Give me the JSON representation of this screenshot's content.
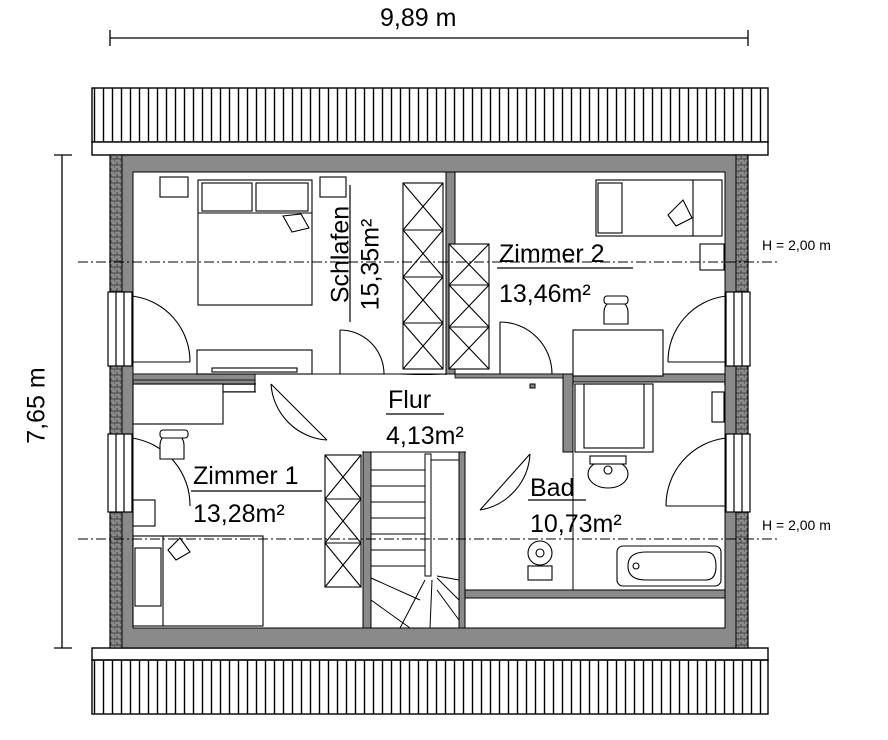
{
  "dimensions": {
    "width": "9,89 m",
    "height": "7,65 m"
  },
  "height_markers": [
    {
      "text": "H = 2,00 m"
    },
    {
      "text": "H = 2,00 m"
    }
  ],
  "rooms": {
    "schlafen": {
      "name": "Schlafen",
      "area": "15,35m²"
    },
    "zimmer2": {
      "name": "Zimmer 2",
      "area": "13,46m²"
    },
    "flur": {
      "name": "Flur",
      "area": "4,13m²"
    },
    "zimmer1": {
      "name": "Zimmer 1",
      "area": "13,28m²"
    },
    "bad": {
      "name": "Bad",
      "area": "10,73m²"
    }
  },
  "colors": {
    "wall": "#8a8a8a",
    "line": "#000000",
    "background": "#ffffff"
  }
}
